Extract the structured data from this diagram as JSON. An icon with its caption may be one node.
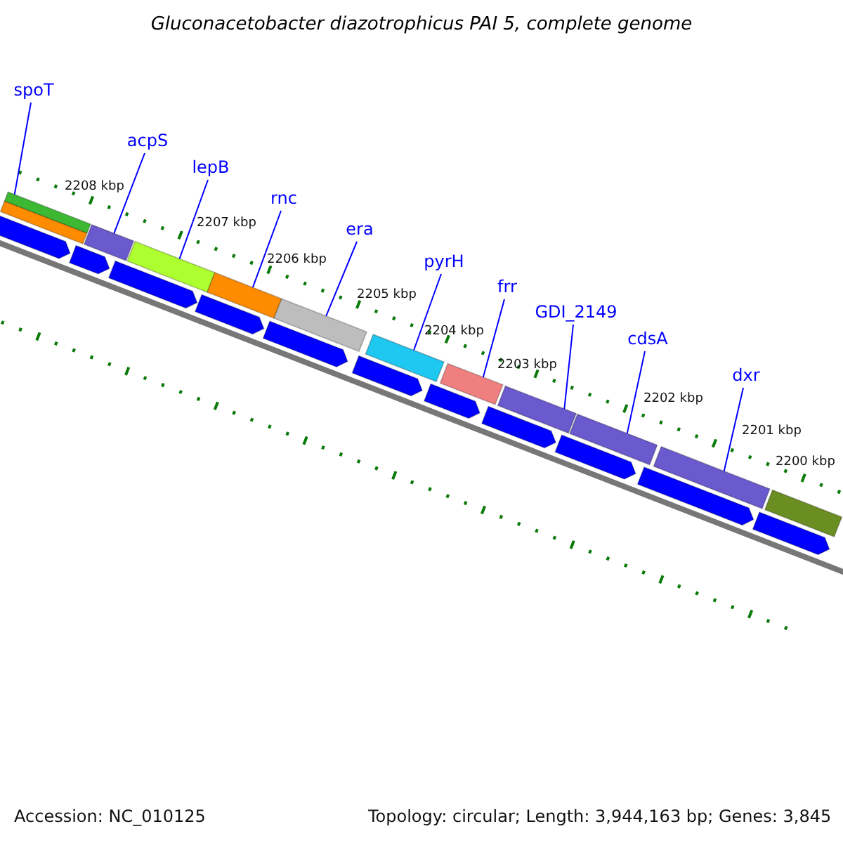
{
  "diagram": {
    "title": "Gluconacetobacter diazotrophicus PAI 5, complete genome",
    "nodes": [
      {
        "text": [
          "spoT"
        ]
      },
      {
        "text": [
          "acpS"
        ]
      },
      {
        "text": [
          "lepB"
        ]
      },
      {
        "text": [
          "rnc"
        ]
      },
      {
        "text": [
          "era"
        ]
      },
      {
        "text": [
          "pyrH"
        ]
      },
      {
        "text": [
          "frr"
        ]
      },
      {
        "text": [
          "GDI_2149"
        ]
      },
      {
        "text": [
          "cdsA"
        ]
      },
      {
        "text": [
          "dxr"
        ]
      },
      {
        "text": [],
        "shape": "bar"
      },
      {
        "text": [],
        "shape": "bar"
      },
      {
        "text": [],
        "shape": "bar"
      },
      {
        "text": [],
        "shape": "bar"
      },
      {
        "text": [],
        "shape": "bar"
      },
      {
        "text": [],
        "shape": "bar"
      },
      {
        "text": [],
        "shape": "bar"
      },
      {
        "text": [],
        "shape": "bar"
      },
      {
        "text": [],
        "shape": "bar"
      },
      {
        "text": [],
        "shape": "bar"
      },
      {
        "text": [],
        "shape": "bar"
      },
      {
        "text": [],
        "shape": "bar"
      },
      {
        "text": [],
        "shape": "bar"
      },
      {
        "text": [],
        "shape": "bar"
      },
      {
        "text": [],
        "shape": "bar"
      },
      {
        "text": [],
        "shape": "bar"
      },
      {
        "text": [],
        "shape": "bar"
      },
      {
        "text": [],
        "shape": "bar"
      },
      {
        "text": [],
        "shape": "bar"
      },
      {
        "text": [],
        "shape": "bar"
      },
      {
        "text": [],
        "shape": "bar"
      },
      {
        "text": [],
        "shape": "bar"
      },
      {
        "text": [],
        "shape": "bar"
      }
    ],
    "edges": [
      {
        "from": 0,
        "to": 10,
        "arrow": "none"
      },
      {
        "from": 1,
        "to": 12,
        "arrow": "none"
      },
      {
        "from": 2,
        "to": 13,
        "arrow": "none"
      },
      {
        "from": 3,
        "to": 14,
        "arrow": "none"
      },
      {
        "from": 4,
        "to": 15,
        "arrow": "none"
      },
      {
        "from": 5,
        "to": 16,
        "arrow": "none"
      },
      {
        "from": 6,
        "to": 17,
        "arrow": "none"
      },
      {
        "from": 7,
        "to": 18,
        "arrow": "none"
      },
      {
        "from": 8,
        "to": 19,
        "arrow": "none"
      },
      {
        "from": 9,
        "to": 20,
        "arrow": "none"
      }
    ],
    "labels": [
      "2208 kbp",
      "2207 kbp",
      "2206 kbp",
      "2205 kbp",
      "2204 kbp",
      "2203 kbp",
      "2202 kbp",
      "2201 kbp",
      "2200 kbp",
      "Accession: NC_010125",
      "Topology: circular; Length: 3,944,163 bp; Genes: 3,845"
    ]
  }
}
